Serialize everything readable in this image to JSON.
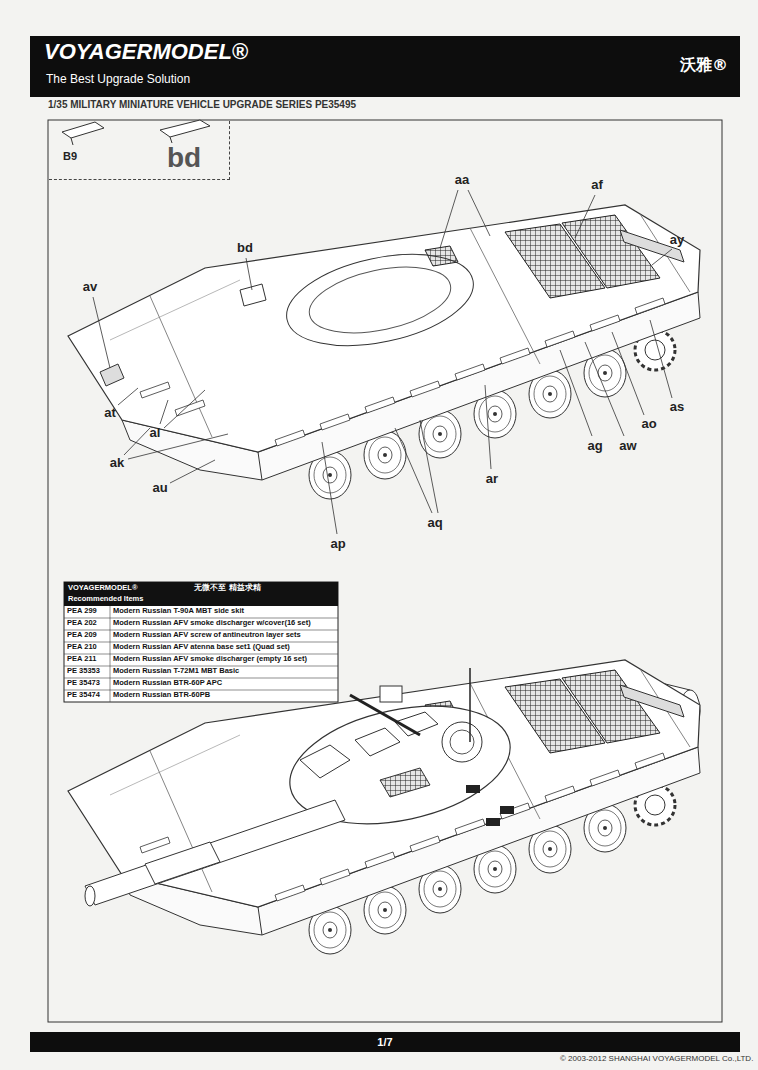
{
  "diagram": {
    "title": "1/35 MILITARY MINIATURE VEHICLE UPGRADE SERIES PE35495",
    "nodes": [
      {
        "text": [
          "VOYAGERMODEL®",
          "The Best Upgrade Solution",
          "沃雅®"
        ]
      },
      {
        "text": [
          "B9",
          "bd"
        ]
      },
      {
        "text": [
          "VOYAGERMODEL®",
          "无微不至 精益求精",
          "Recommended Items"
        ]
      },
      {
        "text": [
          "1/7"
        ]
      }
    ],
    "labels": [
      "aa",
      "af",
      "ay",
      "bd",
      "av",
      "at",
      "al",
      "ak",
      "au",
      "ap",
      "aq",
      "ar",
      "ag",
      "aw",
      "ao",
      "as",
      "PEA 299",
      "Modern Russian T-90A MBT side skit",
      "PEA 202",
      "Modern Russian AFV smoke discharger w/cover(16 set)",
      "PEA 209",
      "Modern Russian AFV screw of antineutron layer sets",
      "PEA 210",
      "Modern Russian AFV atenna base set1 (Quad set)",
      "PEA 211",
      "Modern Russian AFV smoke discharger (empty 16 set)",
      "PE 35353",
      "Modern Russian T-72M1 MBT Basic",
      "PE 35473",
      "Modern Russian BTR-60P APC",
      "PE 35474",
      "Modern Russian BTR-60PB",
      "© 2003-2012 SHANGHAI VOYAGERMODEL Co.,LTD."
    ]
  }
}
